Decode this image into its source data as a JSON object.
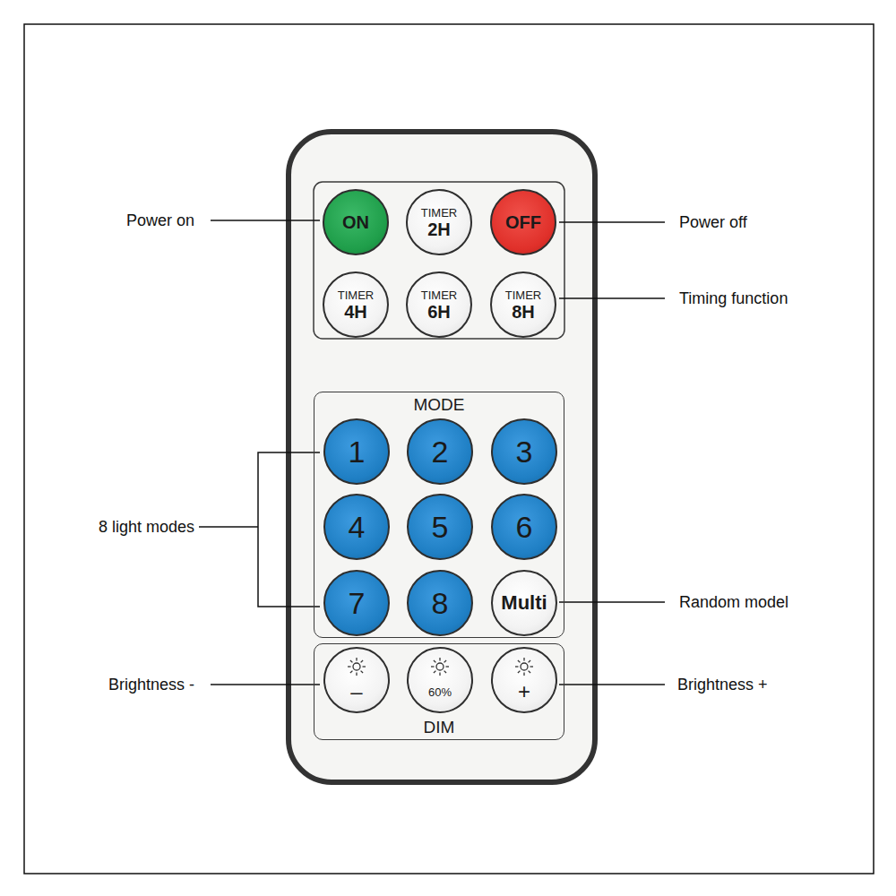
{
  "diagram": {
    "nodes": [
      {
        "text": [
          "ON"
        ]
      },
      {
        "text": [
          "TIMER",
          "2H"
        ]
      },
      {
        "text": [
          "OFF"
        ]
      },
      {
        "text": [
          "TIMER",
          "4H"
        ]
      },
      {
        "text": [
          "TIMER",
          "6H"
        ]
      },
      {
        "text": [
          "TIMER",
          "8H"
        ]
      },
      {
        "text": [
          "MODE"
        ]
      },
      {
        "text": [
          "1"
        ],
        "in": 6
      },
      {
        "text": [
          "2"
        ],
        "in": 6
      },
      {
        "text": [
          "3"
        ],
        "in": 6
      },
      {
        "text": [
          "4"
        ],
        "in": 6
      },
      {
        "text": [
          "5"
        ],
        "in": 6
      },
      {
        "text": [
          "6"
        ],
        "in": 6
      },
      {
        "text": [
          "7"
        ],
        "in": 6
      },
      {
        "text": [
          "8"
        ],
        "in": 6
      },
      {
        "text": [
          "Multi"
        ],
        "in": 6
      },
      {
        "text": [
          "DIM"
        ]
      },
      {
        "text": [
          "–"
        ],
        "in": 16
      },
      {
        "text": [
          "60%"
        ],
        "in": 16
      },
      {
        "text": [
          "+"
        ],
        "in": 16
      }
    ],
    "labels": [
      "Power on",
      "Power off",
      "Timing function",
      "8 light modes",
      "Random model",
      "Brightness -",
      "Brightness +"
    ]
  }
}
